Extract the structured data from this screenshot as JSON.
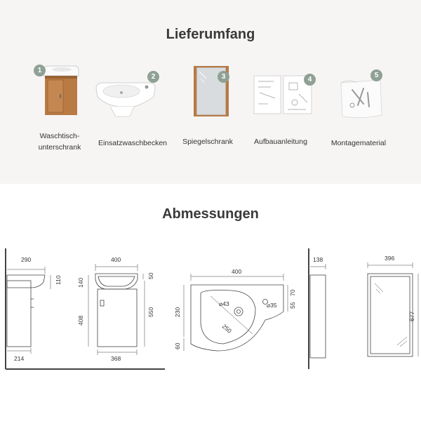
{
  "sections": {
    "scope_title": "Lieferumfang",
    "dimensions_title": "Abmessungen"
  },
  "items": [
    {
      "number": "1",
      "label_line1": "Waschtisch-",
      "label_line2": "unterschrank"
    },
    {
      "number": "2",
      "label_line1": "Einsatzwaschbecken"
    },
    {
      "number": "3",
      "label_line1": "Spiegelschrank"
    },
    {
      "number": "4",
      "label_line1": "Aufbauanleitung"
    },
    {
      "number": "5",
      "label_line1": "Montagematerial"
    }
  ],
  "colors": {
    "badge": "#8fa195",
    "wood": "#b97a43",
    "background_top": "#f6f5f4"
  },
  "dimensions": {
    "side": {
      "depth_top": "290",
      "basin_height": "110",
      "depth_bottom": "214"
    },
    "front": {
      "width_top": "400",
      "rim": "50",
      "basin_depth": "140",
      "cabinet_height": "408",
      "total_height": "550",
      "width_bottom": "368"
    },
    "basin_top": {
      "width": "400",
      "drain_dia": "⌀43",
      "tap_dia": "⌀35",
      "tap_offset_top": "70",
      "tap_offset": "55",
      "depth": "230",
      "radius": "250",
      "front_offset": "60"
    },
    "mirror_side": {
      "depth": "138"
    },
    "mirror_front": {
      "width": "396",
      "height": "677"
    }
  }
}
